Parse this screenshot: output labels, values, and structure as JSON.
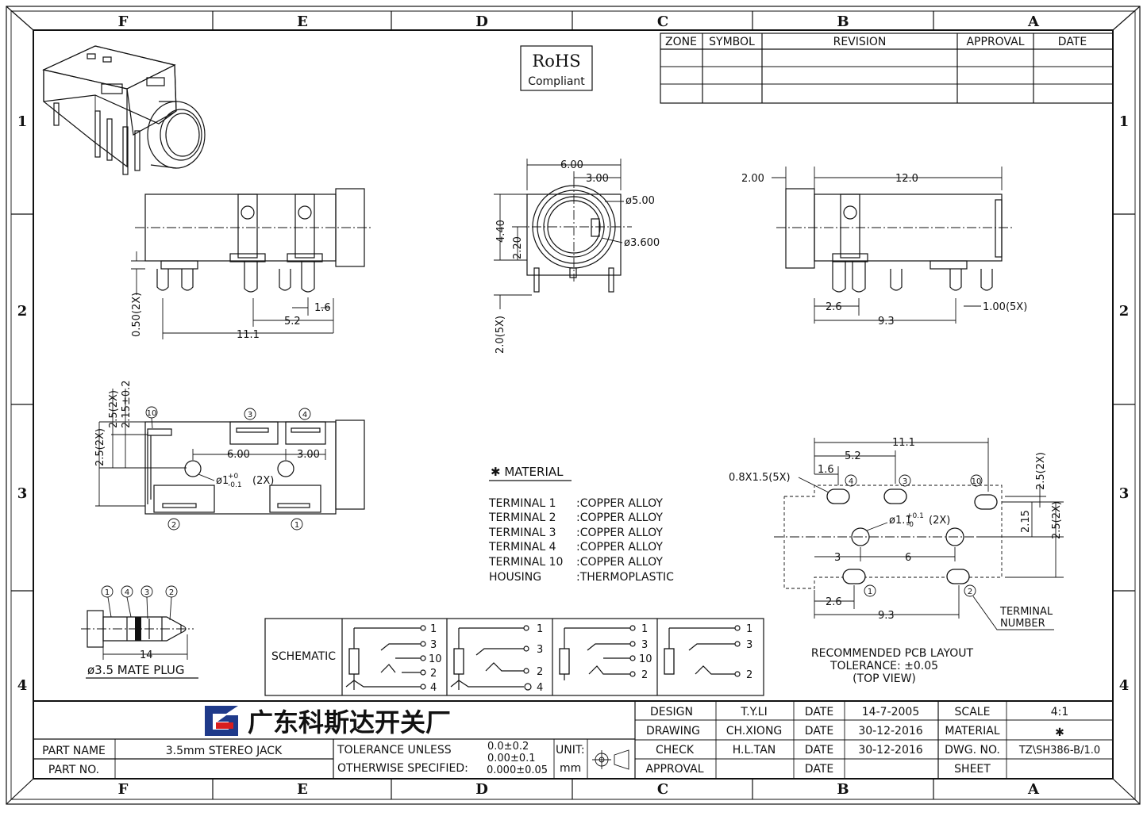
{
  "zones": {
    "columns": [
      "F",
      "E",
      "D",
      "C",
      "B",
      "A"
    ],
    "rows": [
      "1",
      "2",
      "3",
      "4"
    ]
  },
  "revision_table": {
    "headers": [
      "ZONE",
      "SYMBOL",
      "REVISION",
      "APPROVAL",
      "DATE"
    ]
  },
  "rohs": {
    "line1": "RoHS",
    "line2": "Compliant"
  },
  "side_view": {
    "dims": [
      "0.50(2X)",
      "1.6",
      "5.2",
      "11.1"
    ]
  },
  "front_view": {
    "dims": [
      "6.00",
      "3.00",
      "ø5.00",
      "ø3.600",
      "4.40",
      "2.20",
      "2.0(5X)"
    ]
  },
  "rear_view": {
    "dims": [
      "2.00",
      "12.0",
      "2.6",
      "1.00(5X)",
      "9.3"
    ]
  },
  "bottom_view": {
    "dims": [
      "2.5(2X)",
      "2.15±0.2",
      "2.5(2X)",
      "6.00",
      "3.00",
      "(2X)"
    ],
    "hole_label": "ø1",
    "hole_tol_plus": "+0",
    "hole_tol_minus": "-0.1",
    "terminals": [
      "10",
      "3",
      "4",
      "2",
      "1"
    ]
  },
  "material": {
    "heading": "✱ MATERIAL",
    "rows": [
      {
        "name": "TERMINAL  1",
        "value": ":COPPER  ALLOY"
      },
      {
        "name": "TERMINAL  2",
        "value": ":COPPER  ALLOY"
      },
      {
        "name": "TERMINAL  3",
        "value": ":COPPER  ALLOY"
      },
      {
        "name": "TERMINAL  4",
        "value": ":COPPER  ALLOY"
      },
      {
        "name": "TERMINAL  10",
        "value": ":COPPER  ALLOY"
      },
      {
        "name": "HOUSING",
        "value": ":THERMOPLASTIC"
      }
    ]
  },
  "pcb_layout": {
    "dims": [
      "11.1",
      "5.2",
      "1.6",
      "0.8X1.5(5X)",
      "2.5(2X)",
      "2.15",
      "2.5(2X)",
      "3",
      "6",
      "2.6",
      "9.3"
    ],
    "hole_label": "ø1.1",
    "hole_tol_plus": "+0.1",
    "hole_tol_minus": "-0",
    "hole_count": "(2X)",
    "terminals": [
      "4",
      "3",
      "10",
      "1",
      "2"
    ],
    "terminal_label": [
      "TERMINAL",
      "NUMBER"
    ],
    "caption": [
      "RECOMMENDED  PCB  LAYOUT",
      "TOLERANCE: ±0.05",
      "(TOP  VIEW)"
    ]
  },
  "plug": {
    "terminals": [
      "1",
      "4",
      "3",
      "2"
    ],
    "length": "14",
    "label": "ø3.5  MATE  PLUG"
  },
  "schematic": {
    "label": "SCHEMATIC",
    "panel1": [
      "1",
      "3",
      "10",
      "2",
      "4"
    ],
    "panel2": [
      "1",
      "3",
      "2",
      "4"
    ],
    "panel3": [
      "1",
      "3",
      "10",
      "2"
    ],
    "panel4": [
      "1",
      "3",
      "2"
    ]
  },
  "title_block": {
    "company": "广东科斯达开关厂",
    "part_name_label": "PART  NAME",
    "part_name": "3.5mm  STEREO  JACK",
    "part_no_label": "PART  NO.",
    "tol_line1": "TOLERANCE  UNLESS",
    "tol_line2": "OTHERWISE  SPECIFIED:",
    "tol_values": [
      "0.0±0.2",
      "0.00±0.1",
      "0.000±0.05"
    ],
    "unit_label": "UNIT:",
    "unit_value": "mm",
    "roles": [
      "DESIGN",
      "DRAWING",
      "CHECK",
      "APPROVAL"
    ],
    "people": [
      "T.Y.LI",
      "CH.XIONG",
      "H.L.TAN",
      ""
    ],
    "date_labels": [
      "DATE",
      "DATE",
      "DATE",
      "DATE"
    ],
    "dates": [
      "14-7-2005",
      "30-12-2016",
      "30-12-2016",
      ""
    ],
    "info_labels": [
      "SCALE",
      "MATERIAL",
      "DWG.  NO.",
      "SHEET"
    ],
    "info_values": [
      "4:1",
      "✱",
      "TZ\\SH386-B/1.0",
      ""
    ]
  },
  "colors": {
    "line": "#111111",
    "logo_blue": "#1f3a8a",
    "logo_red": "#d81e1e"
  }
}
